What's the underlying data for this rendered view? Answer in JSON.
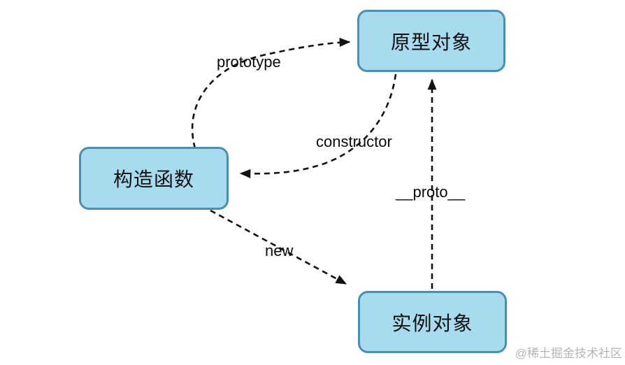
{
  "diagram": {
    "nodes": [
      {
        "id": "prototype-object",
        "label": "原型对象"
      },
      {
        "id": "constructor-function",
        "label": "构造函数"
      },
      {
        "id": "instance-object",
        "label": "实例对象"
      }
    ],
    "edges": [
      {
        "label": "prototype",
        "from": "constructor-function",
        "to": "prototype-object"
      },
      {
        "label": "constructor",
        "from": "prototype-object",
        "to": "constructor-function"
      },
      {
        "label": "__proto__",
        "from": "instance-object",
        "to": "prototype-object"
      },
      {
        "label": "new",
        "from": "constructor-function",
        "to": "instance-object"
      }
    ],
    "watermark": "@稀土掘金技术社区",
    "colors": {
      "node_fill": "#A9DBEE",
      "node_border": "#4A8FAD",
      "arrow": "#111111",
      "watermark": "#B5B5B5"
    }
  }
}
